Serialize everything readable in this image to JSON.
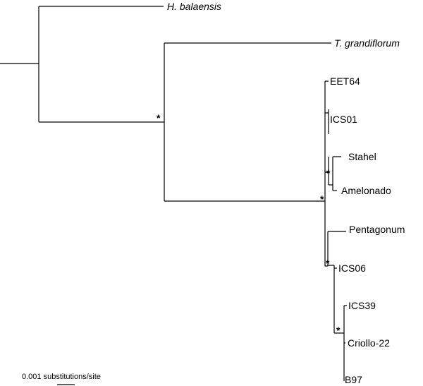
{
  "tree": {
    "taxa": {
      "h_balaensis": "H. balaensis",
      "t_grandiflorum": "T. grandiflorum",
      "eet64": "EET64",
      "ics01": "ICS01",
      "stahel": "Stahel",
      "amelonado": "Amelonado",
      "pentagonum": "Pentagonum",
      "ics06": "ICS06",
      "ics39": "ICS39",
      "criollo_22": "Criollo-22",
      "b97": "B97"
    },
    "support_marker": "*",
    "scale_bar_label": "0.001 substitutions/site"
  }
}
